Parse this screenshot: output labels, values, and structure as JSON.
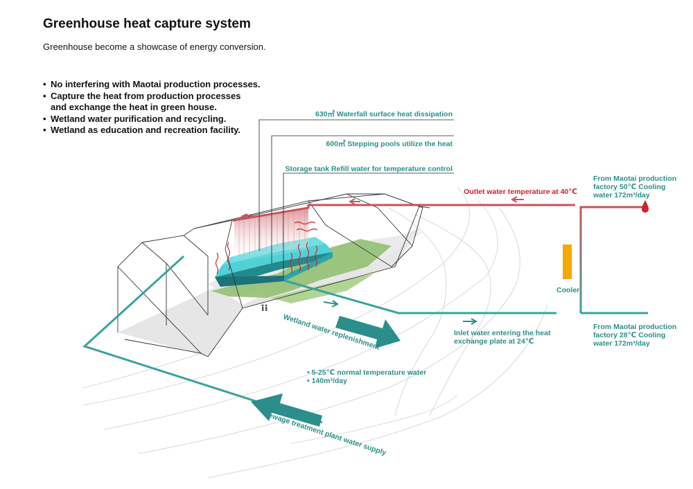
{
  "title": "Greenhouse heat capture system",
  "subtitle": "Greenhouse become a showcase of energy conversion.",
  "bullets": [
    "No interfering with Maotai production processes.",
    "Capture the heat from production processes and exchange the heat in green house.",
    "Wetland water purification and recycling.",
    "Wetland as education and recreation facility."
  ],
  "labels": {
    "waterfall": "630㎡ Waterfall surface heat dissipation",
    "stepping": "600㎡ Stepping pools utilize the heat",
    "storage": "Storage tank Refill water for temperature control",
    "outlet": "Outlet water temperature at 40℃",
    "from_hot": [
      "From Maotai production",
      "factory 50℃ Cooling",
      "water 172m³/day"
    ],
    "from_cool": [
      "From Maotai production",
      "factory 28℃ Cooling",
      "water 172m³/day"
    ],
    "cooler": "Cooler",
    "inlet": [
      "Inlet water entering the heat",
      "exchange plate at 24℃"
    ],
    "wetland": "Wetland water replenishment",
    "normal_water": [
      "• 5-25℃ normal temperature water",
      "• 140m³/day"
    ],
    "sewage": "Sewage treatment plant water supply"
  },
  "colors": {
    "hot": "#c8535a",
    "cool": "#3aa39c",
    "teal_text": "#2a8f8a",
    "red_text": "#d0202a",
    "cooler": "#f5a800",
    "pool": "#4fd1d6",
    "wetland": "#8dbd6c"
  }
}
